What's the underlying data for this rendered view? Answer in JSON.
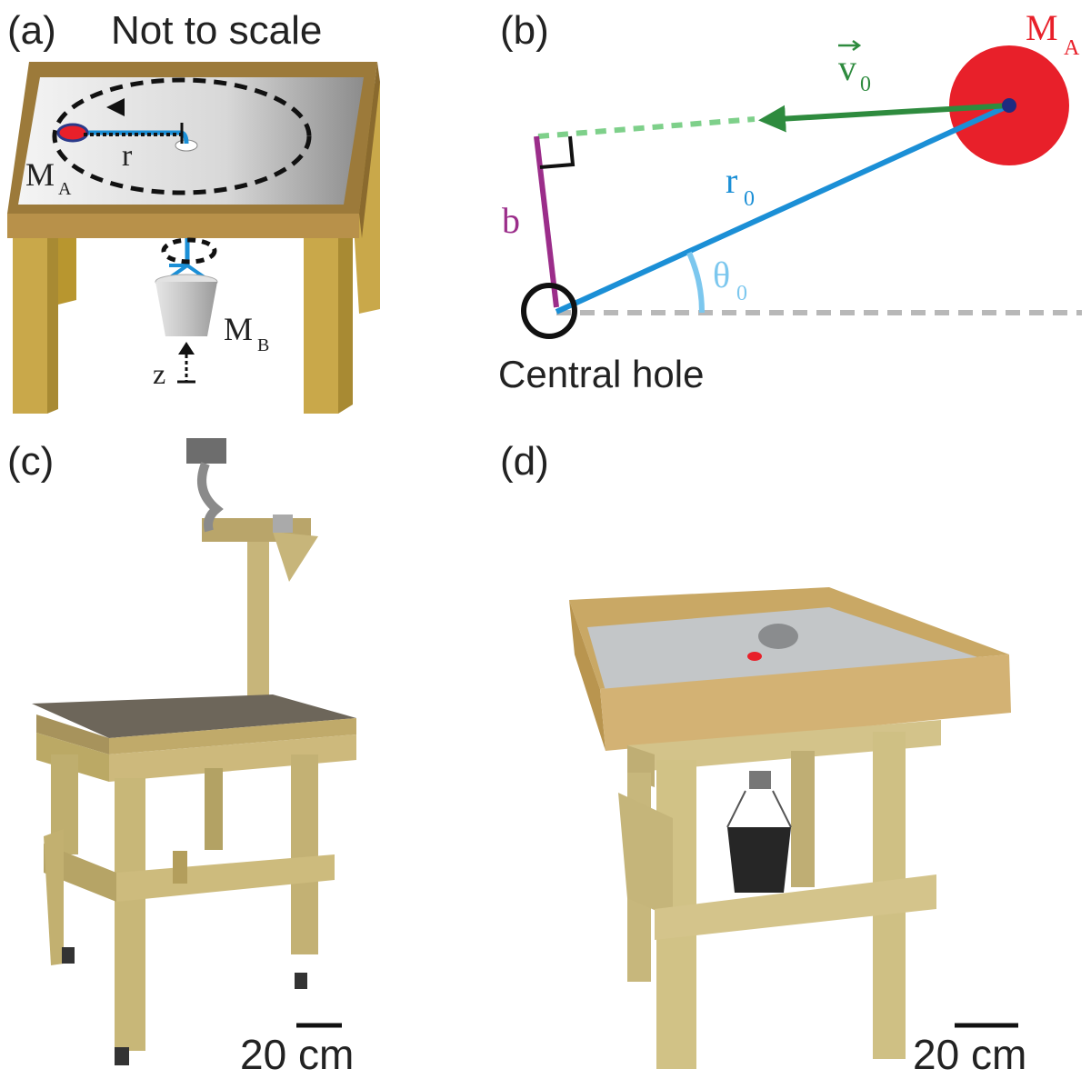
{
  "panels": {
    "a": {
      "label": "(a)",
      "note": "Not to scale",
      "symbols": {
        "mass_a": "M",
        "mass_a_sub": "A",
        "radius": "r",
        "mass_b": "M",
        "mass_b_sub": "B",
        "height": "z"
      }
    },
    "b": {
      "label": "(b)",
      "symbols": {
        "mass_a": "M",
        "mass_a_sub": "A",
        "velocity": "v",
        "velocity_sub": "0",
        "radius": "r",
        "radius_sub": "0",
        "impact": "b",
        "angle": "θ",
        "angle_sub": "0"
      },
      "hole_label": "Central hole"
    },
    "c": {
      "label": "(c)",
      "scale_bar": "20 cm"
    },
    "d": {
      "label": "(d)",
      "scale_bar": "20 cm"
    }
  },
  "colors": {
    "mass_red": "#e8202a",
    "velocity_green": "#2e8b3e",
    "radius_blue": "#1b8fd6",
    "impact_purple": "#9b2d8a",
    "angle_lightblue": "#7cc7ee",
    "wood": "#cdb06a",
    "metal": "#b9bcbf"
  },
  "icons": {
    "rotation": "dashed-orbit-icon",
    "arrow": "arrow-icon"
  }
}
